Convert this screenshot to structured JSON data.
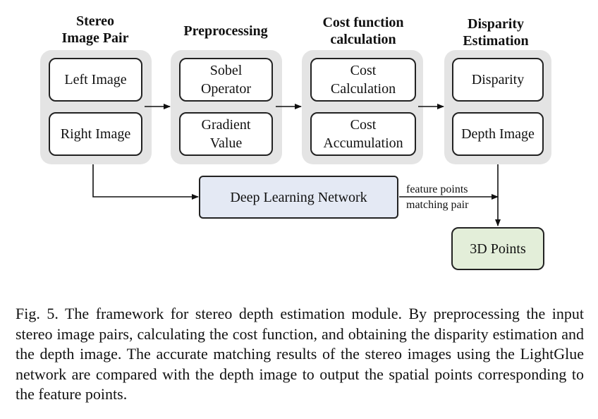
{
  "stages": [
    {
      "title": "Stereo\nImage Pair",
      "boxes": [
        "Left Image",
        "Right Image"
      ]
    },
    {
      "title": "Preprocessing",
      "boxes": [
        "Sobel\nOperator",
        "Gradient\nValue"
      ]
    },
    {
      "title": "Cost function\ncalculation",
      "boxes": [
        "Cost\nCalculation",
        "Cost\nAccumulation"
      ]
    },
    {
      "title": "Disparity\nEstimation",
      "boxes": [
        "Disparity",
        "Depth Image"
      ]
    }
  ],
  "deep_learning": {
    "label": "Deep Learning Network"
  },
  "edge_labels": {
    "top": "feature points",
    "bottom": "matching pair"
  },
  "output": {
    "label": "3D Points"
  },
  "caption": "Fig. 5.  The framework for stereo depth estimation module. By preprocessing the input stereo image pairs, calculating the cost function, and obtaining the disparity estimation and the depth image. The accurate matching results of the stereo images using the LightGlue network are compared with the depth image to output the spatial points corresponding to the feature points.",
  "colors": {
    "panel": "#e4e4e4",
    "deep_learning_fill": "#e4e9f4",
    "output_fill": "#e3eed9",
    "stroke": "#222222"
  }
}
